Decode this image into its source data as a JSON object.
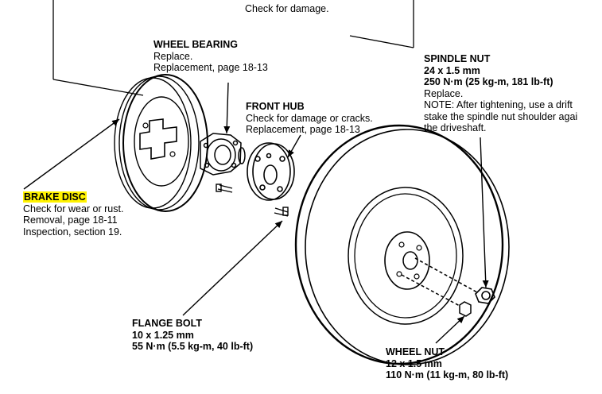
{
  "top_note": {
    "text": "Check for damage."
  },
  "wheel_bearing": {
    "title": "WHEEL BEARING",
    "lines": [
      "Replace.",
      "Replacement, page 18-13"
    ]
  },
  "front_hub": {
    "title": "FRONT HUB",
    "lines": [
      "Check for damage or cracks.",
      "Replacement, page 18-13"
    ]
  },
  "spindle_nut": {
    "title": "SPINDLE NUT",
    "spec1": "24 x 1.5 mm",
    "spec2": "250 N·m (25 kg-m, 181 lb-ft)",
    "lines": [
      "Replace.",
      "NOTE: After tightening, use a drift",
      "stake the spindle nut shoulder agai",
      "the driveshaft."
    ]
  },
  "brake_disc": {
    "title": "BRAKE DISC",
    "highlight_color": "#fff200",
    "lines": [
      "Check for wear or rust.",
      "Removal, page 18-11",
      "Inspection, section 19."
    ]
  },
  "flange_bolt": {
    "title": "FLANGE BOLT",
    "spec1": "10 x 1.25 mm",
    "spec2": "55 N·m (5.5 kg-m, 40 lb-ft)"
  },
  "wheel_nut": {
    "title": "WHEEL NUT",
    "spec1": "12 x 1.5 mm",
    "spec2": "110 N·m (11 kg-m, 80 lb-ft)"
  }
}
